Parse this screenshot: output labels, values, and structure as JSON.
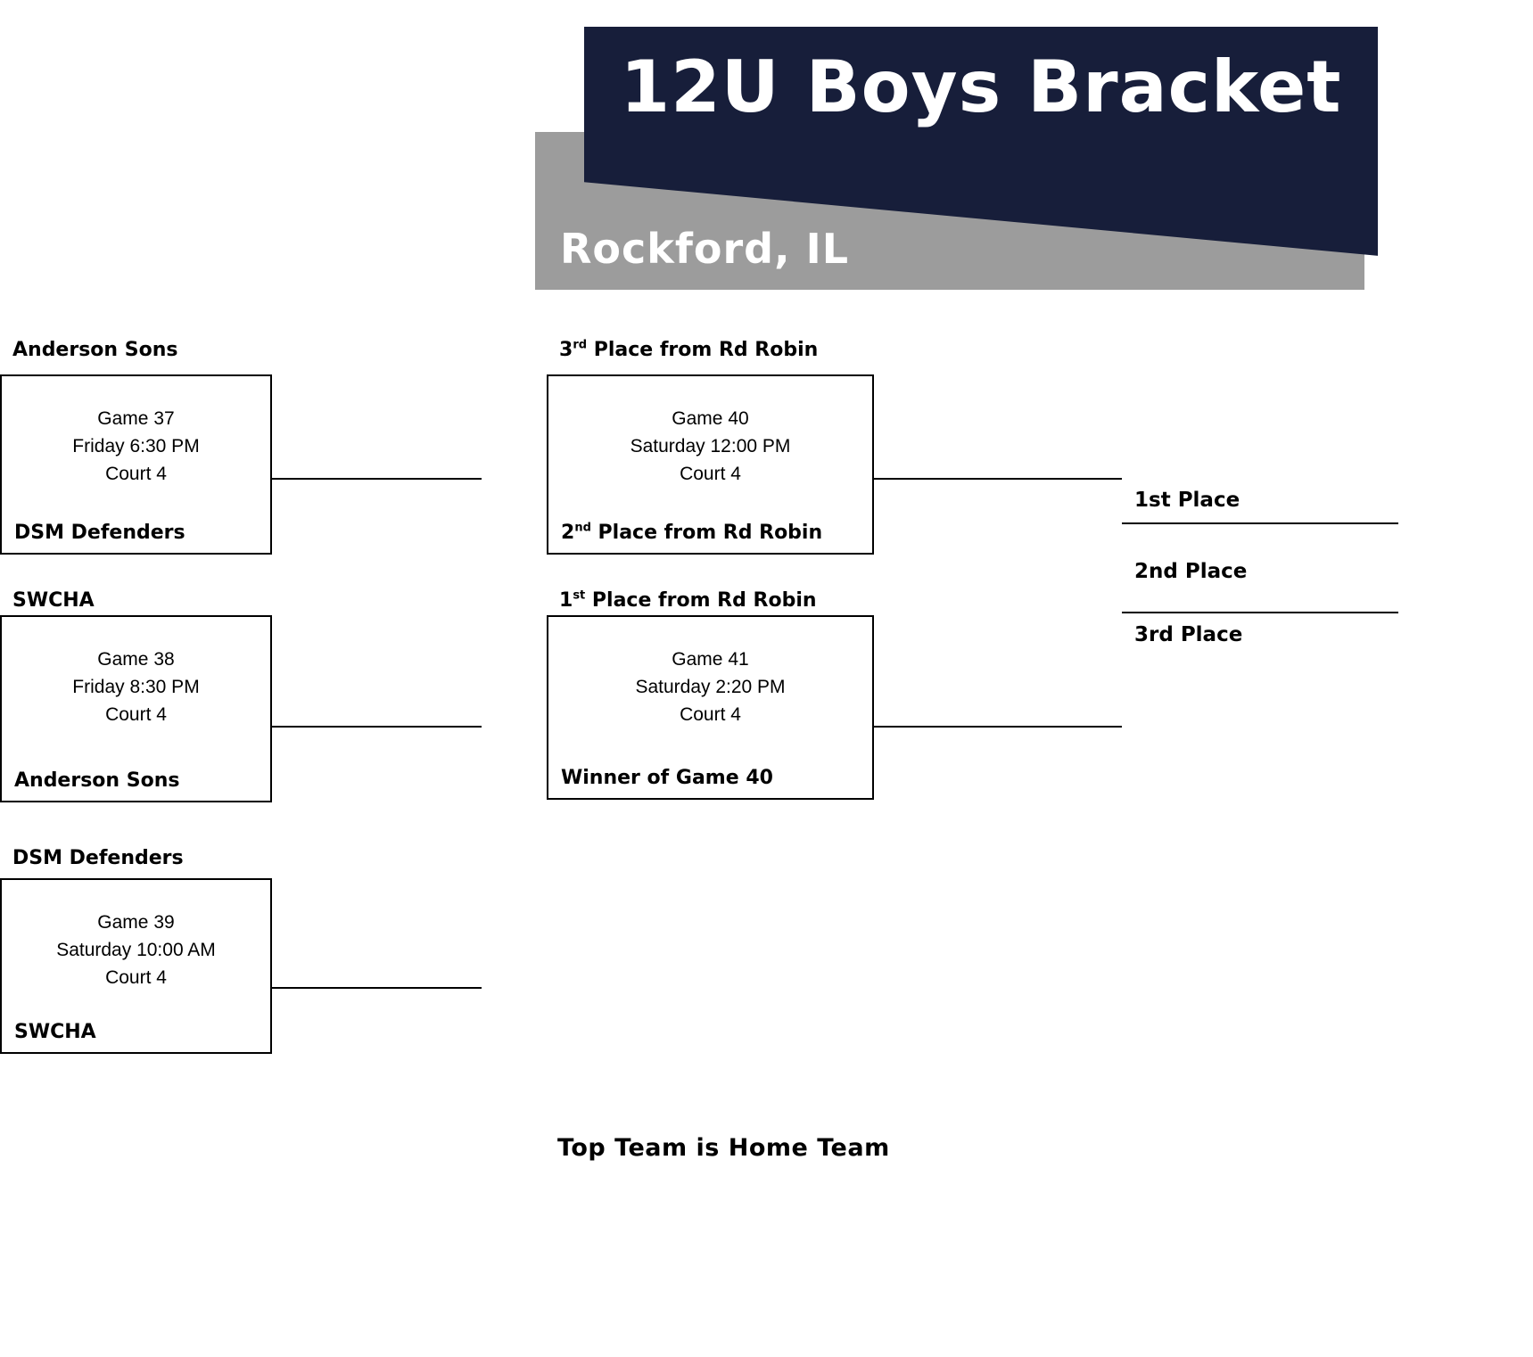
{
  "colors": {
    "navy": "#171e3a",
    "gray": "#9c9c9c",
    "line": "#000000"
  },
  "header": {
    "title": "12U Boys Bracket",
    "location": "Rockford, IL"
  },
  "games": [
    {
      "name": "Game 37",
      "schedule": "Friday 6:30 PM",
      "court": "Court 4",
      "top": {
        "text": "Anderson Sons",
        "sup": "",
        "rest": ""
      },
      "bottom": {
        "text": "DSM Defenders",
        "sup": "",
        "rest": ""
      }
    },
    {
      "name": "Game 38",
      "schedule": "Friday 8:30 PM",
      "court": "Court 4",
      "top": {
        "text": "SWCHA",
        "sup": "",
        "rest": ""
      },
      "bottom": {
        "text": "Anderson Sons",
        "sup": "",
        "rest": ""
      }
    },
    {
      "name": "Game 39",
      "schedule": "Saturday 10:00 AM",
      "court": "Court 4",
      "top": {
        "text": "DSM Defenders",
        "sup": "",
        "rest": ""
      },
      "bottom": {
        "text": "SWCHA",
        "sup": "",
        "rest": ""
      }
    },
    {
      "name": "Game 40",
      "schedule": "Saturday 12:00 PM",
      "court": "Court 4",
      "top": {
        "text": "3",
        "sup": "rd",
        "rest": " Place from Rd Robin"
      },
      "bottom": {
        "text": "2",
        "sup": "nd",
        "rest": " Place from Rd Robin"
      }
    },
    {
      "name": "Game 41",
      "schedule": "Saturday 2:20 PM",
      "court": "Court 4",
      "top": {
        "text": "1",
        "sup": "st",
        "rest": " Place from Rd Robin"
      },
      "bottom": {
        "text": "Winner of Game 40",
        "sup": "",
        "rest": ""
      }
    }
  ],
  "places": [
    {
      "label": "1st Place"
    },
    {
      "label": "2nd Place"
    },
    {
      "label": "3rd Place"
    }
  ],
  "footer": "Top Team is Home Team"
}
